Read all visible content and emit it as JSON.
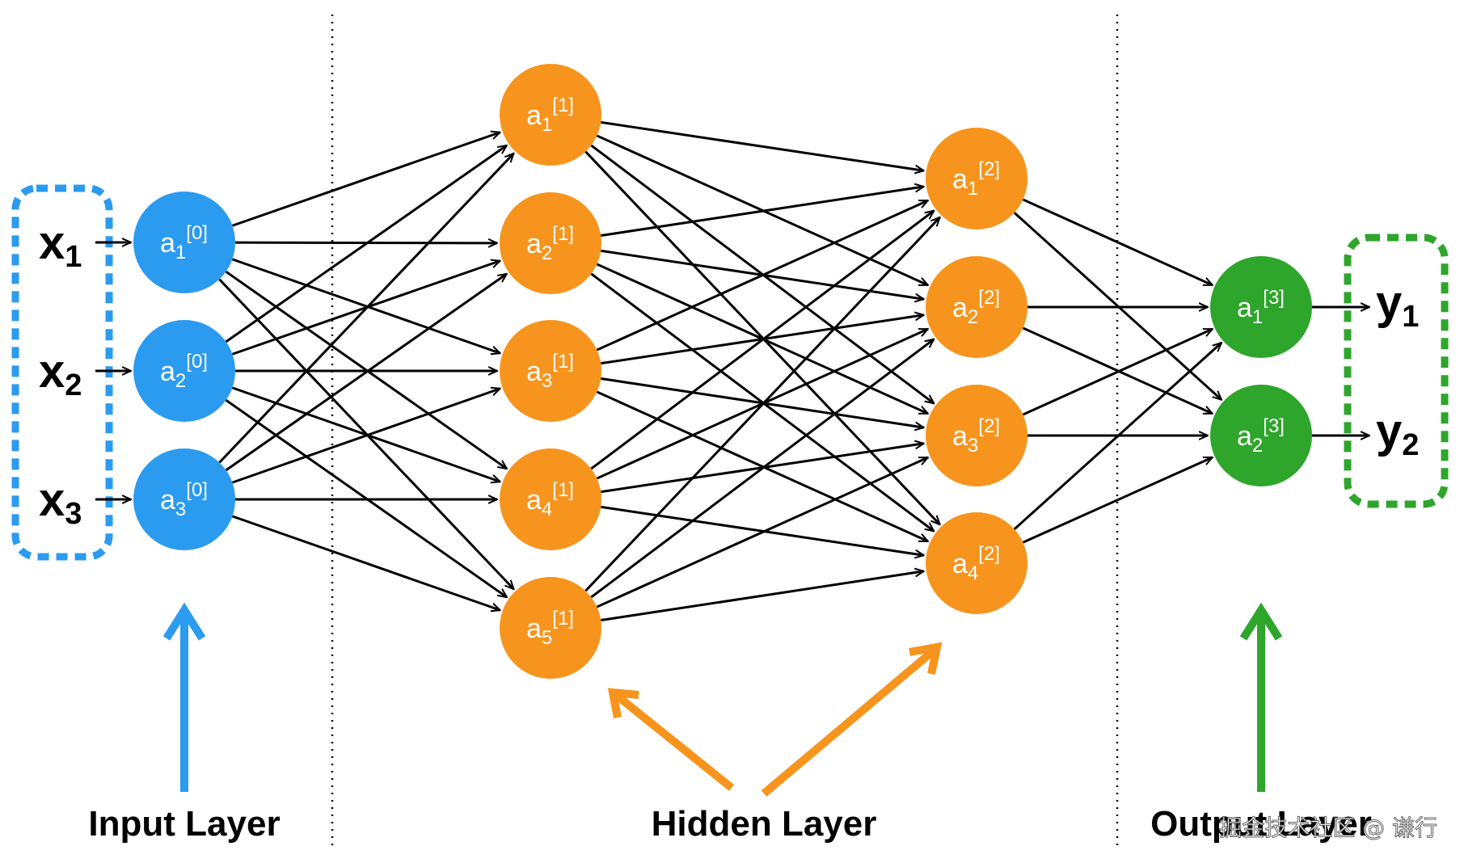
{
  "colors": {
    "input": "#2b9bf0",
    "hidden": "#f7941d",
    "output": "#2ea52b",
    "edge": "#000000",
    "divider": "#000000"
  },
  "inputs": [
    {
      "base": "x",
      "sub": "1"
    },
    {
      "base": "x",
      "sub": "2"
    },
    {
      "base": "x",
      "sub": "3"
    }
  ],
  "outputs": [
    {
      "base": "y",
      "sub": "1"
    },
    {
      "base": "y",
      "sub": "2"
    }
  ],
  "layers": [
    {
      "kind": "input",
      "nodes": [
        {
          "base": "a",
          "sub": "1",
          "sup": "[0]"
        },
        {
          "base": "a",
          "sub": "2",
          "sup": "[0]"
        },
        {
          "base": "a",
          "sub": "3",
          "sup": "[0]"
        }
      ]
    },
    {
      "kind": "hidden",
      "nodes": [
        {
          "base": "a",
          "sub": "1",
          "sup": "[1]"
        },
        {
          "base": "a",
          "sub": "2",
          "sup": "[1]"
        },
        {
          "base": "a",
          "sub": "3",
          "sup": "[1]"
        },
        {
          "base": "a",
          "sub": "4",
          "sup": "[1]"
        },
        {
          "base": "a",
          "sub": "5",
          "sup": "[1]"
        }
      ]
    },
    {
      "kind": "hidden",
      "nodes": [
        {
          "base": "a",
          "sub": "1",
          "sup": "[2]"
        },
        {
          "base": "a",
          "sub": "2",
          "sup": "[2]"
        },
        {
          "base": "a",
          "sub": "3",
          "sup": "[2]"
        },
        {
          "base": "a",
          "sub": "4",
          "sup": "[2]"
        }
      ]
    },
    {
      "kind": "output",
      "nodes": [
        {
          "base": "a",
          "sub": "1",
          "sup": "[3]"
        },
        {
          "base": "a",
          "sub": "2",
          "sup": "[3]"
        }
      ]
    }
  ],
  "layer_labels": {
    "input": "Input Layer",
    "hidden": "Hidden Layer",
    "output": "Output Layer"
  },
  "watermark": "掘金技术社区 @ 谦行"
}
